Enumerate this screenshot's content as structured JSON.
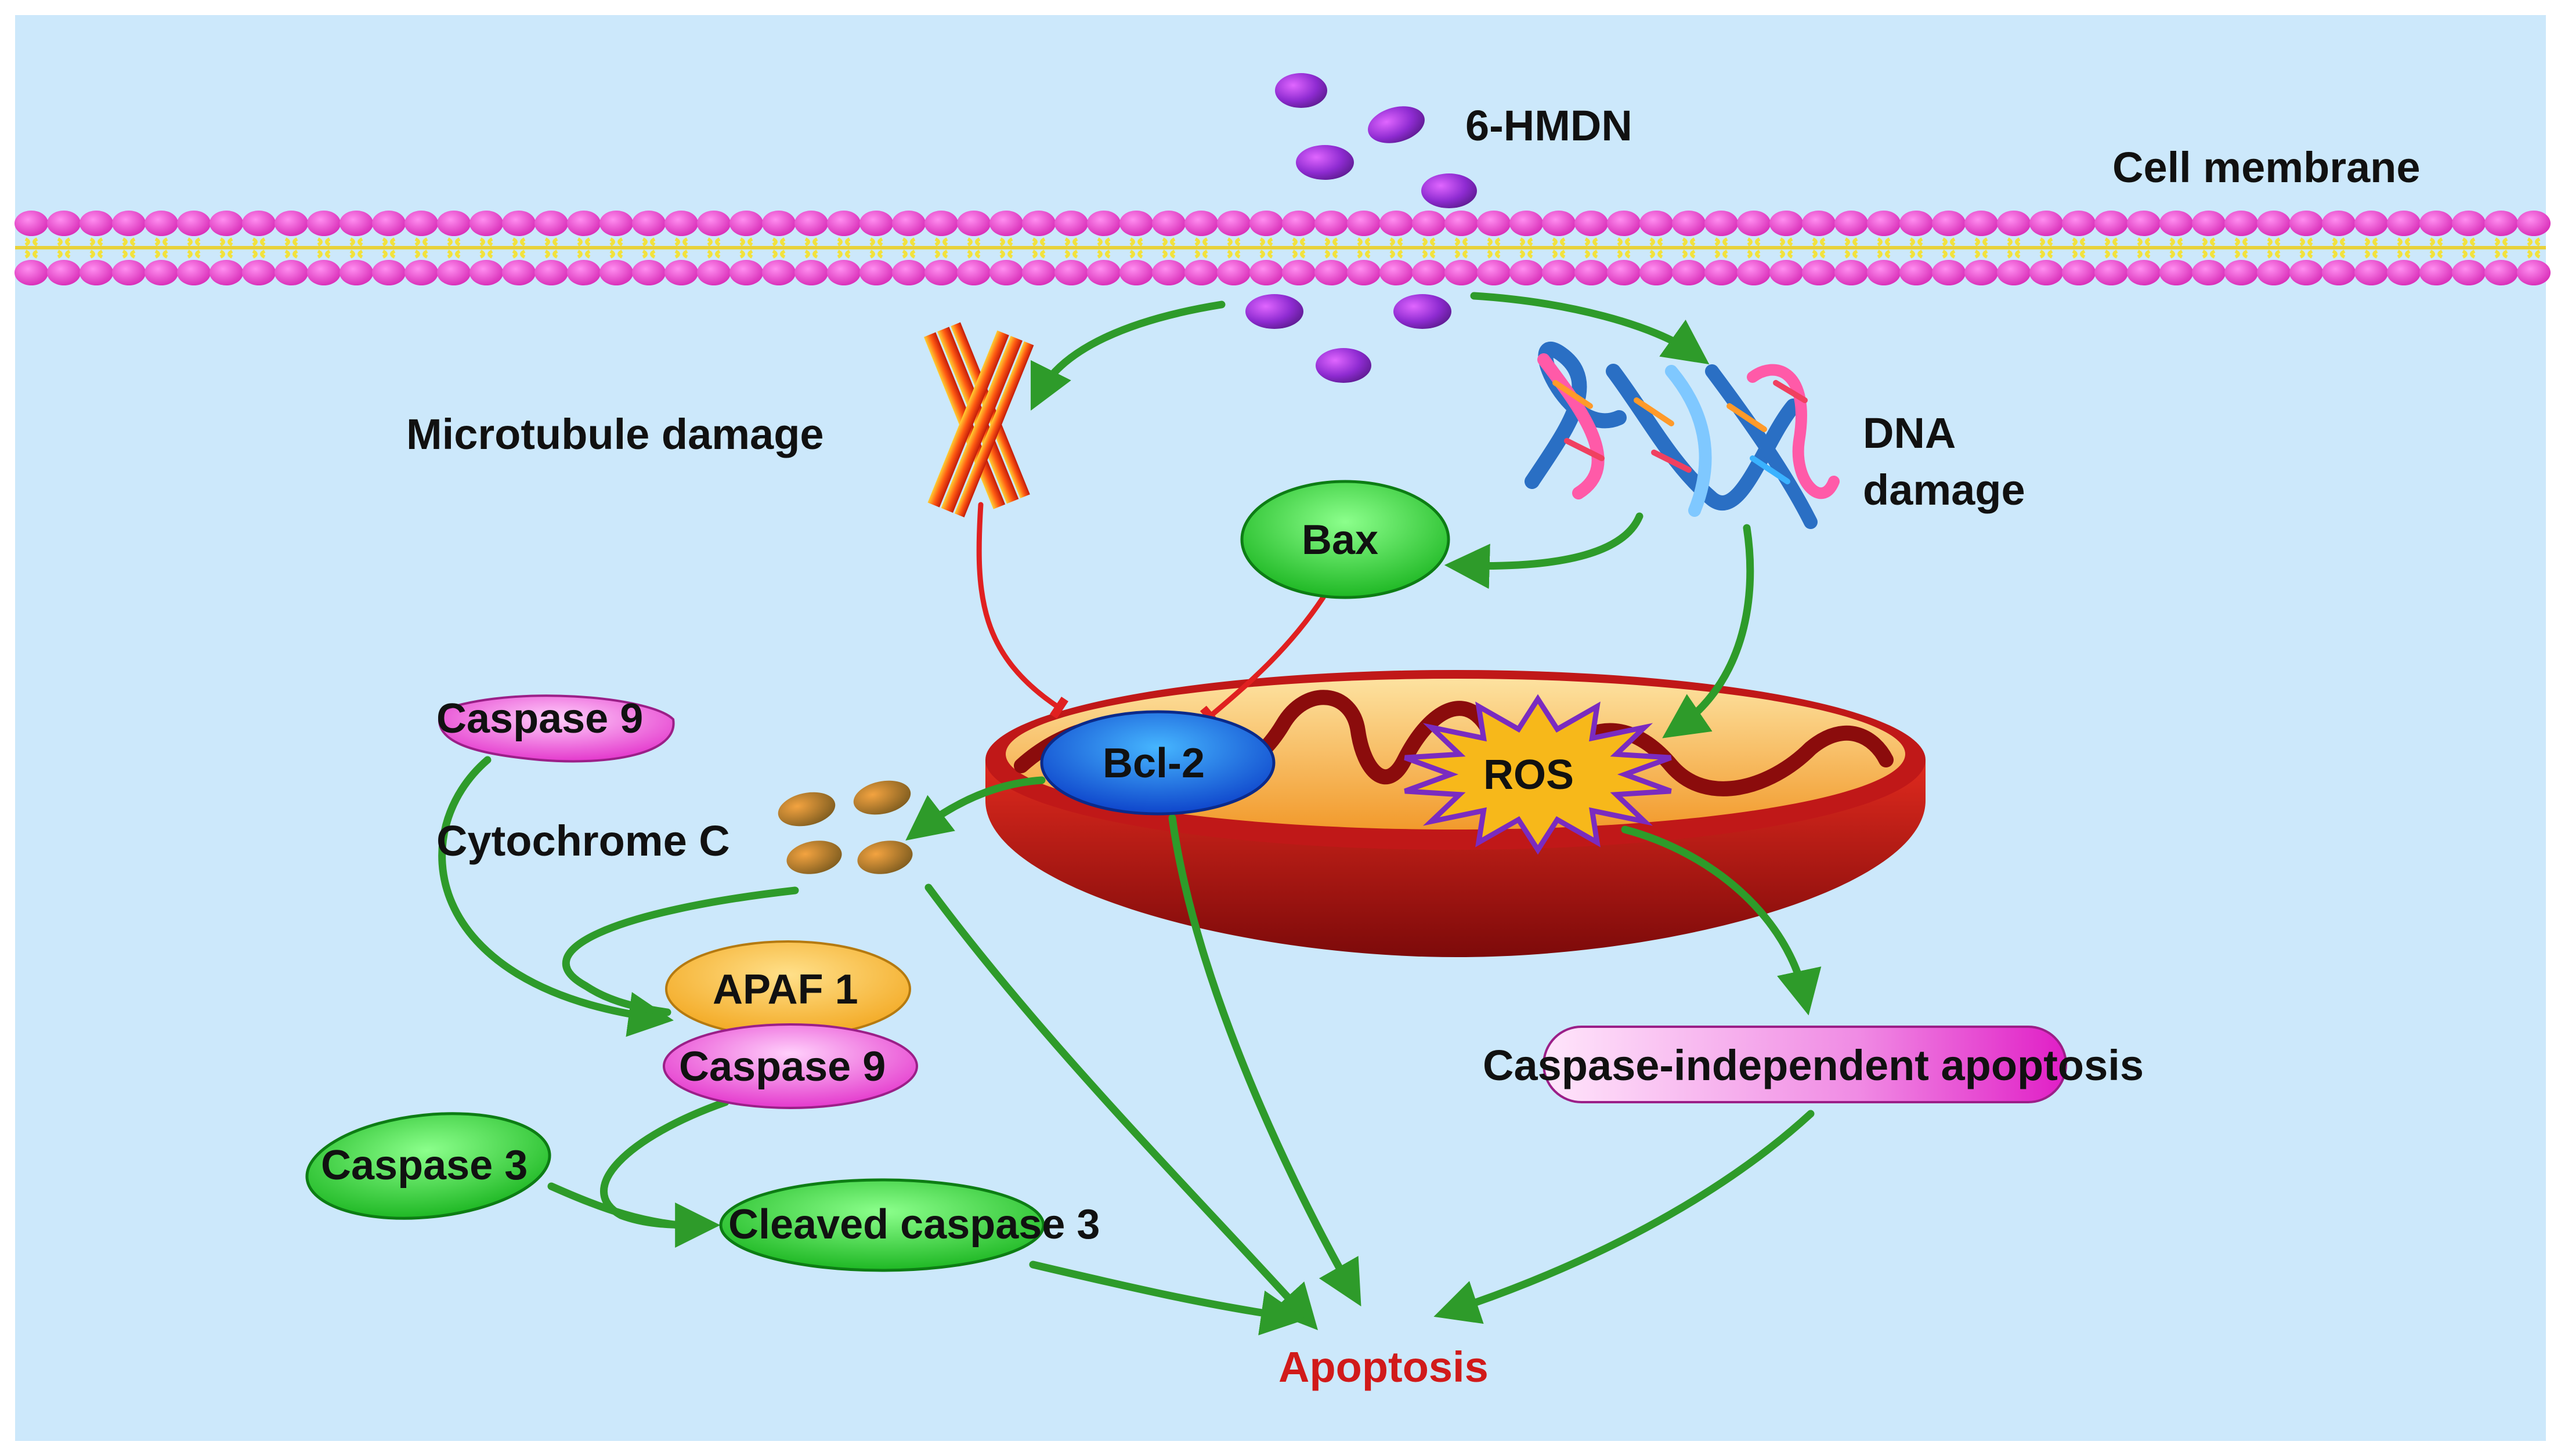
{
  "labels": {
    "compound": "6-HMDN",
    "membrane": "Cell membrane",
    "microtubule": "Microtubule damage",
    "dna_line1": "DNA",
    "dna_line2": "damage",
    "bax": "Bax",
    "bcl2": "Bcl-2",
    "ros": "ROS",
    "caspase9_top": "Caspase 9",
    "cytochrome": "Cytochrome C",
    "apaf1": "APAF 1",
    "caspase9_mid": "Caspase 9",
    "caspase3": "Caspase 3",
    "cleaved_caspase3": "Cleaved caspase 3",
    "caspase_indep": "Caspase-independent apoptosis",
    "apoptosis": "Apoptosis"
  },
  "colors": {
    "background": "#cce8fb",
    "membrane_head": "#e83fc7",
    "membrane_tail": "#f2e23c",
    "activation_arrow": "#2e9b2a",
    "inhibition_line": "#e02020",
    "apoptosis_text": "#d11a1a",
    "mitochondrion_outer": "#b5161a",
    "mitochondrion_inner": "#f4a236",
    "bcl2": "#1e6fe0",
    "bax": "#3fd43f",
    "ros": "#f7b81a"
  }
}
